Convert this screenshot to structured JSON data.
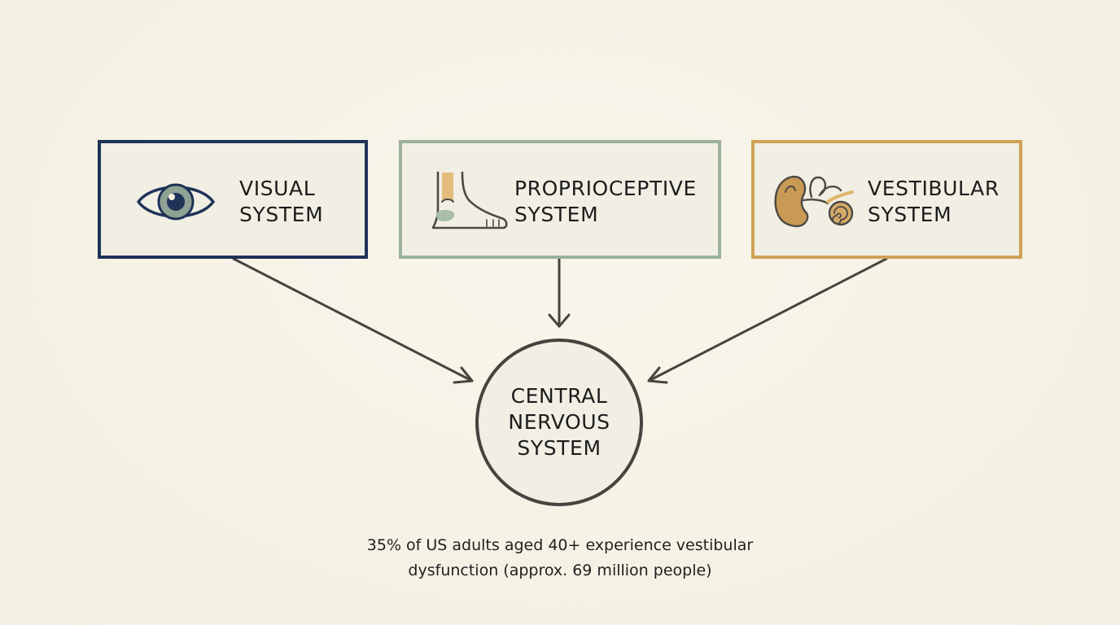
{
  "systems": {
    "visual": {
      "line1": "VISUAL",
      "line2": "SYSTEM",
      "icon": "eye-icon",
      "color": "#1f3358"
    },
    "proprioceptive": {
      "line1": "PROPRIOCEPTIVE",
      "line2": "SYSTEM",
      "icon": "foot-icon",
      "color": "#9bb19c"
    },
    "vestibular": {
      "line1": "VESTIBULAR",
      "line2": "SYSTEM",
      "icon": "inner-ear-icon",
      "color": "#cfa255"
    }
  },
  "center": {
    "line1": "CENTRAL",
    "line2": "NERVOUS",
    "line3": "SYSTEM",
    "color": "#45443f"
  },
  "footnote": {
    "line1": "35% of US adults aged 40+ experience vestibular",
    "line2": "dysfunction (approx. 69 million people)"
  },
  "colors": {
    "background": "#f6f2e6",
    "arrow": "#45443f"
  }
}
